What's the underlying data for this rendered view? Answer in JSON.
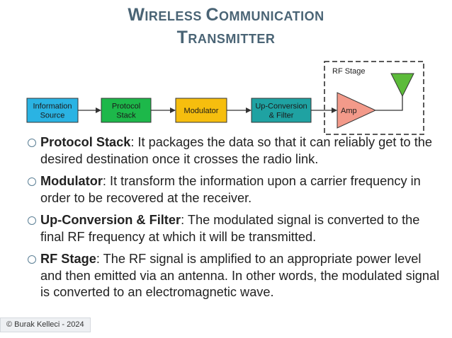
{
  "title": {
    "line1": {
      "cap1": "W",
      "rest1": "IRELESS ",
      "cap2": "C",
      "rest2": "OMMUNICATION"
    },
    "line2": {
      "cap1": "T",
      "rest1": "RANSMITTER"
    }
  },
  "diagram": {
    "blocks": [
      {
        "label_lines": [
          "Information",
          "Source"
        ],
        "color": "#2ab3e3"
      },
      {
        "label_lines": [
          "Protocol",
          "Stack"
        ],
        "color": "#1db84a"
      },
      {
        "label_lines": [
          "Modulator"
        ],
        "color": "#f6be0e"
      },
      {
        "label_lines": [
          "Up-Conversion",
          "& Filter"
        ],
        "color": "#1fa2a2"
      }
    ],
    "amp": {
      "label": "Amp",
      "color": "#f39a8a"
    },
    "antenna_color": "#5cbb3a",
    "rf_stage_label": "RF Stage"
  },
  "bullets": [
    {
      "term": "Protocol Stack",
      "text": ": It packages the data so that it can reliably get to the desired destination once it crosses the radio link."
    },
    {
      "term": "Modulator",
      "text": ": It transform the information upon a carrier frequency in order to be recovered at the receiver."
    },
    {
      "term": "Up-Conversion & Filter",
      "text": ": The modulated signal is converted to the final RF frequency at which it will be transmitted."
    },
    {
      "term": "RF Stage",
      "text": ": The RF signal is amplified to an appropriate power level and then emitted via an antenna. In other words, the modulated signal is converted to an electromagnetic wave."
    }
  ],
  "footer": "© Burak Kelleci - 2024"
}
